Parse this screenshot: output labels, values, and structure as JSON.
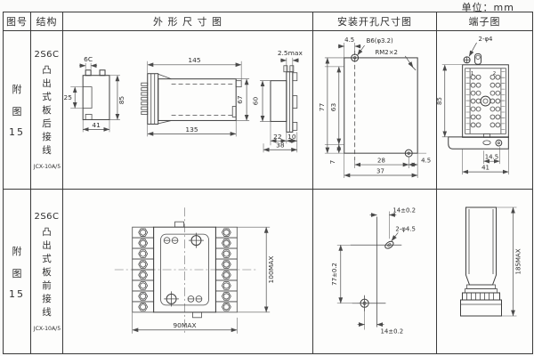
{
  "unit_label": "单位：mm",
  "header": {
    "figure_no": "图号",
    "structure": "结构",
    "outline": "外 形 尺 寸 图",
    "mounting": "安装开孔尺寸图",
    "terminal": "端子图"
  },
  "rows": [
    {
      "figure": [
        "附",
        "图",
        "15"
      ],
      "model_series": "2S6C",
      "structure_chars": [
        "凸",
        "出",
        "式",
        "板",
        "后",
        "接",
        "线"
      ],
      "model": "JCX-10A/5",
      "outline": {
        "va_top": "6C",
        "va_left": "25",
        "va_right": "85",
        "va_bottom": "41",
        "vb_top": "145",
        "vb_bottom": "135",
        "vb_right": "67",
        "vc_top": "2.5max",
        "vc_left": "60",
        "vc_b1": "22",
        "vc_b2": "10",
        "vc_b3": "38"
      },
      "mounting": {
        "top": "4.5",
        "hole": "B6(φ3.2)",
        "thread": "RM2×2",
        "left_outer": "77",
        "left_inner": "63",
        "bottom_left": "7",
        "b1": "28",
        "b2": "37",
        "right": "4.5"
      },
      "terminal": {
        "callout": "2-φ4",
        "n1": "1",
        "n2": "2",
        "left": "85",
        "b1": "14.5",
        "b2": "41"
      }
    },
    {
      "figure": [
        "附",
        "图",
        "15"
      ],
      "model_series": "2S6C",
      "structure_chars": [
        "凸",
        "出",
        "式",
        "板",
        "前",
        "接",
        "线"
      ],
      "model": "JCX-10A/5",
      "outline": {
        "right": "100MAX",
        "bottom": "90MAX"
      },
      "mounting": {
        "top": "14±0.2",
        "hole": "2-φ4.5",
        "left": "77±0.2",
        "bottom": "14±0.2"
      },
      "terminal": {
        "right": "185MAX"
      }
    }
  ]
}
